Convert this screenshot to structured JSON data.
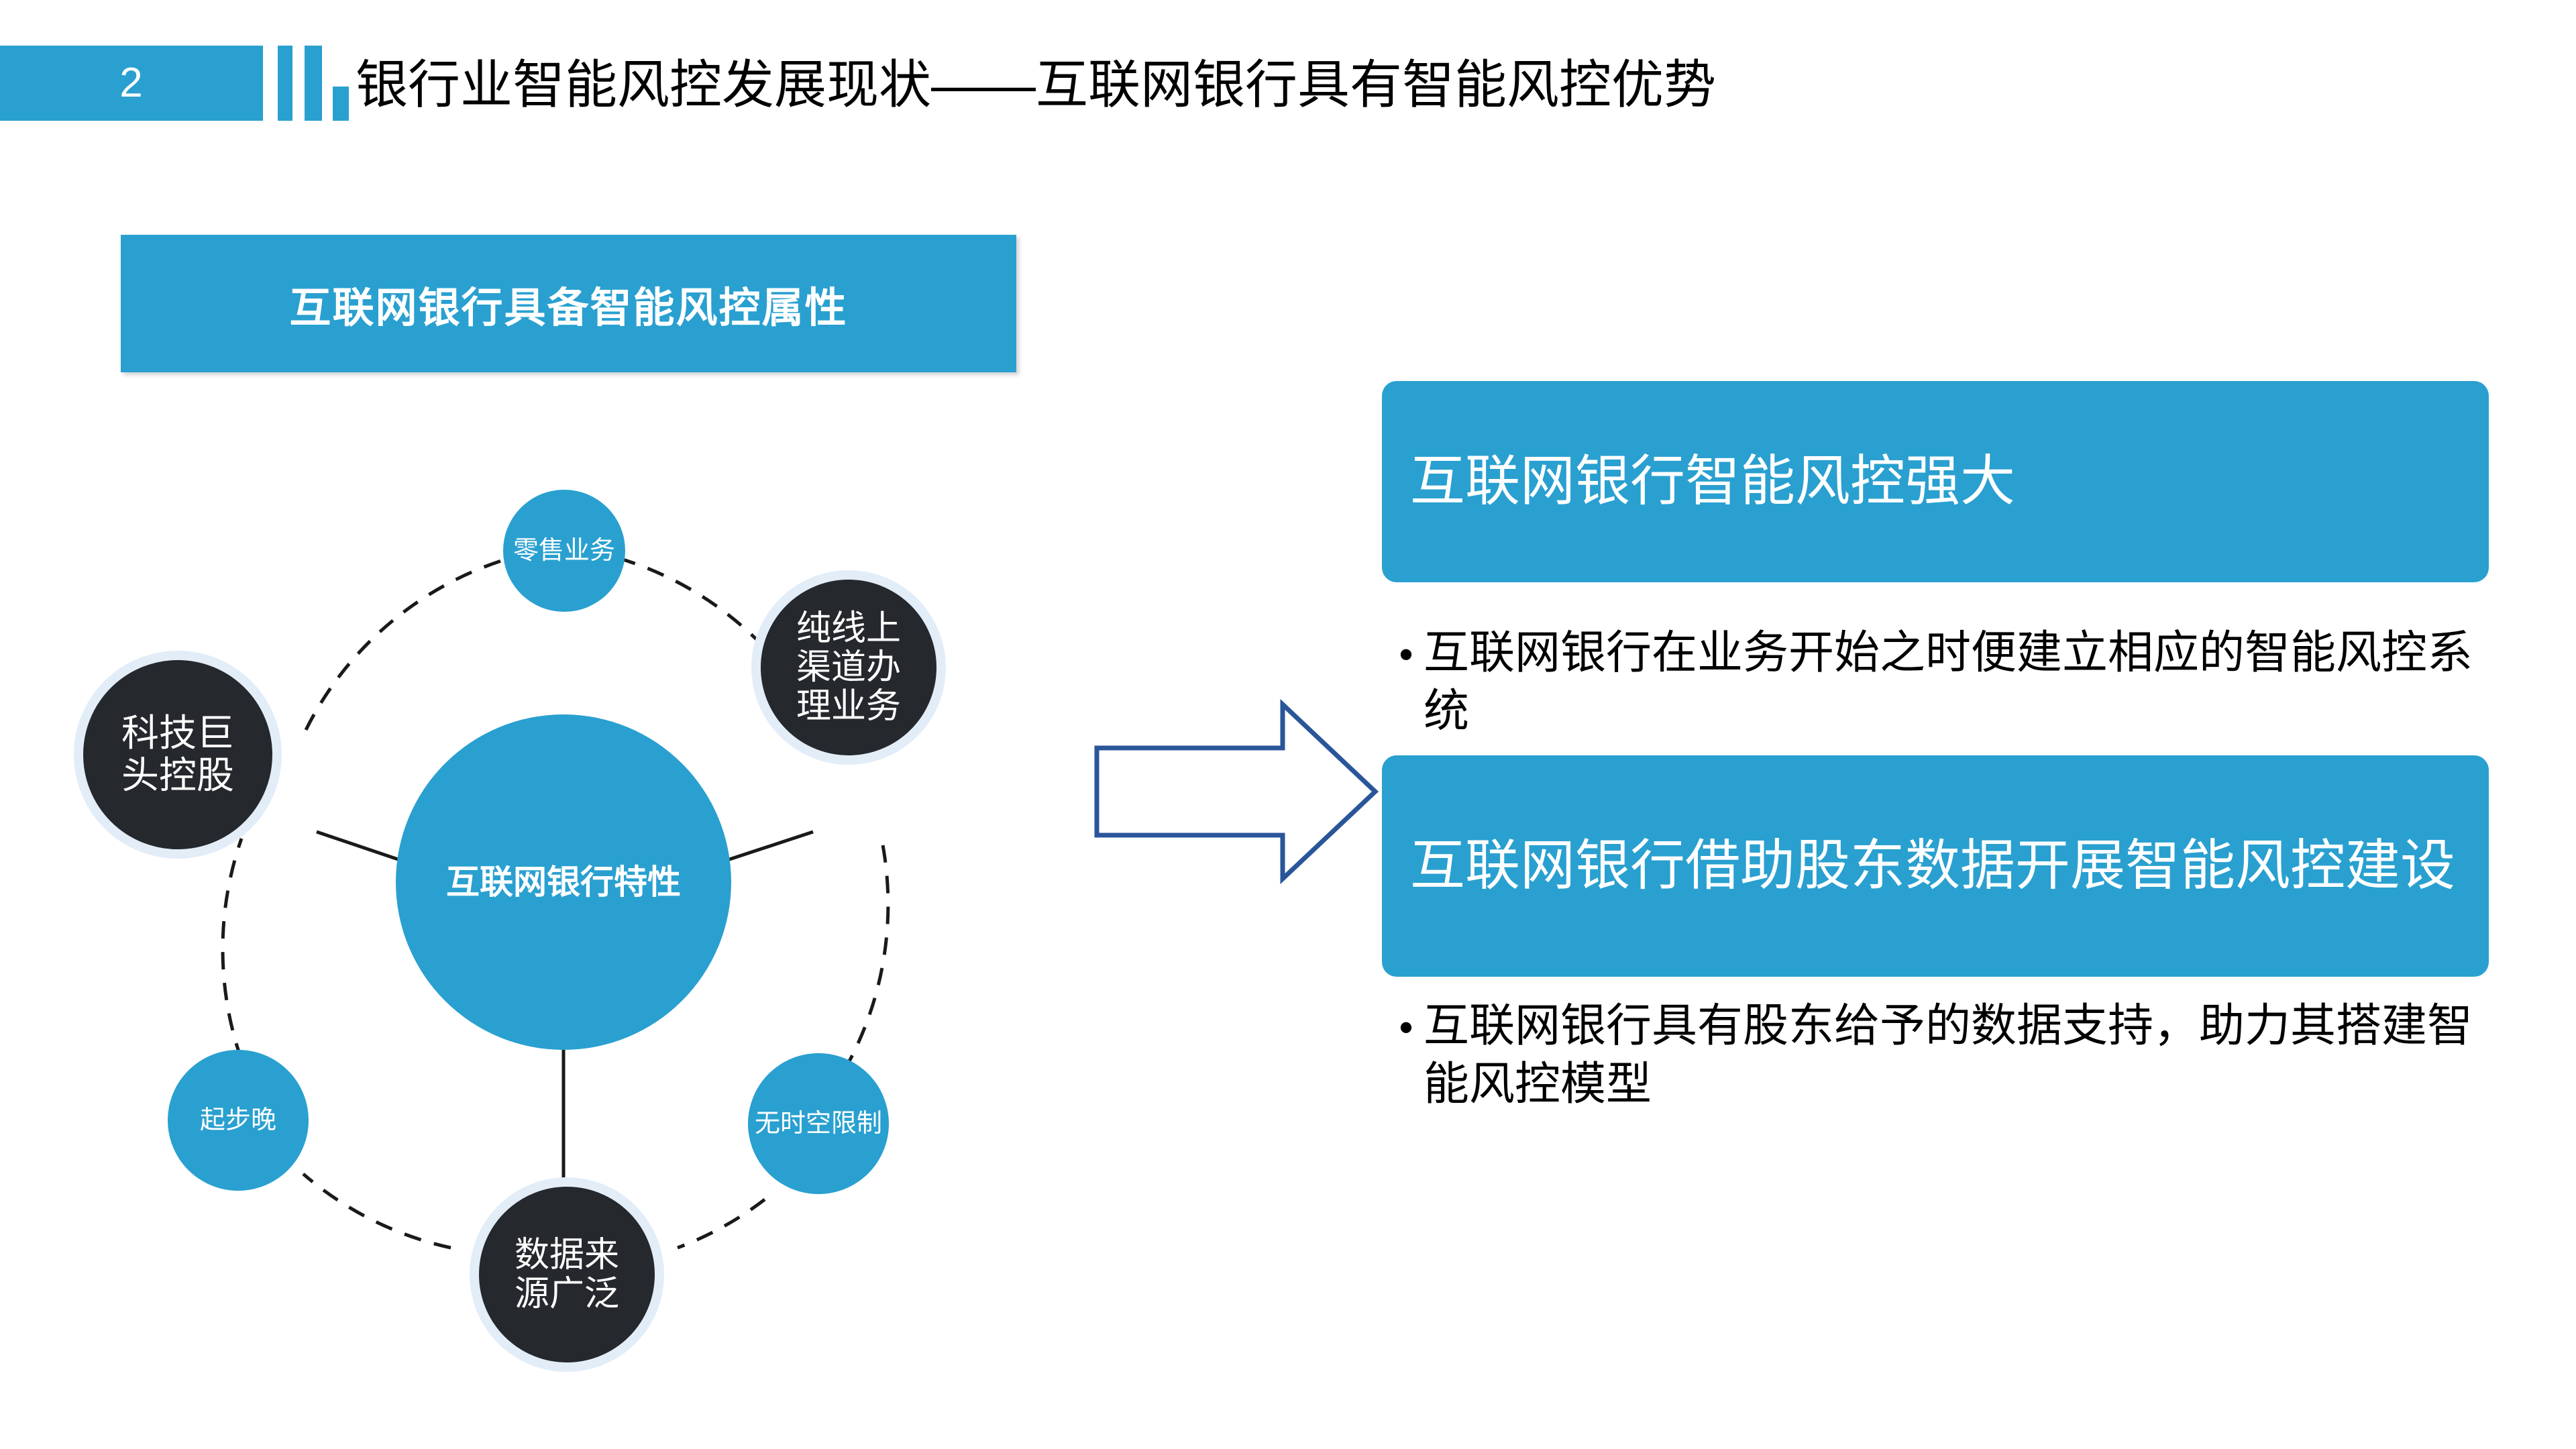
{
  "header": {
    "page_number": "2",
    "title": "银行业智能风控发展现状——互联网银行具有智能风控优势",
    "accent_color": "#29A0D0"
  },
  "left_panel": {
    "banner_title": "互联网银行具备智能风控属性",
    "diagram": {
      "center": {
        "label": "互联网银行特性",
        "color": "#29A0D0",
        "text_color": "#FFFFFF"
      },
      "nodes": [
        {
          "id": "retail-business",
          "label": "零售业务",
          "style": "blue",
          "color": "#29A0D0",
          "position": "top"
        },
        {
          "id": "pure-online",
          "label": "纯线上\n渠道办\n理业务",
          "style": "dark",
          "color": "#25282C",
          "position": "top-right"
        },
        {
          "id": "no-time-space",
          "label": "无时空限制",
          "style": "blue",
          "color": "#29A0D0",
          "position": "bottom-right"
        },
        {
          "id": "wide-data",
          "label": "数据来\n源广泛",
          "style": "dark",
          "color": "#25282C",
          "position": "bottom"
        },
        {
          "id": "late-start",
          "label": "起步晚",
          "style": "blue",
          "color": "#29A0D0",
          "position": "bottom-left"
        },
        {
          "id": "tech-giant",
          "label": "科技巨\n头控股",
          "style": "dark",
          "color": "#25282C",
          "position": "top-left"
        }
      ],
      "halo_color": "#E2EDF8",
      "connector_style": "dashed-arc-plus-solid-spokes",
      "connector_color": "#1A1A1A"
    }
  },
  "arrow": {
    "direction": "right",
    "stroke_color": "#2A5699",
    "fill": "none"
  },
  "right_panel": {
    "callouts": [
      {
        "heading": "互联网银行智能风控强大",
        "bullet": "互联网银行在业务开始之时便建立相应的智能风控系统",
        "bullet_marker": "•"
      },
      {
        "heading": "互联网银行借助股东数据开展智能风控建设",
        "bullet": "互联网银行具有股东给予的数据支持，助力其搭建智能风控模型",
        "bullet_marker": "•"
      }
    ],
    "box_color": "#29A0D0",
    "heading_color": "#FFFFFF",
    "bullet_color": "#000000"
  }
}
